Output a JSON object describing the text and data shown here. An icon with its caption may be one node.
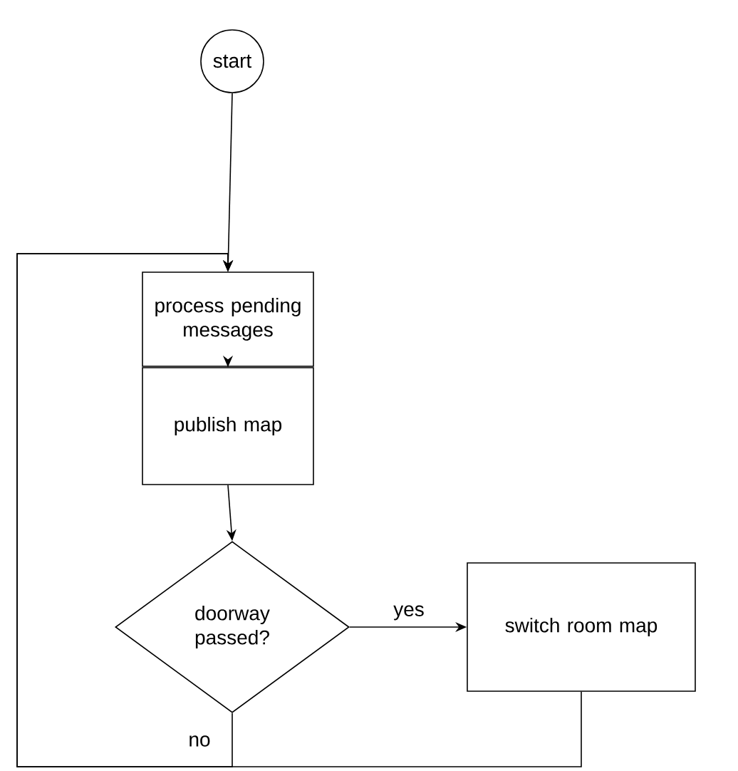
{
  "diagram": {
    "nodes": [
      {
        "text": [
          "start"
        ]
      },
      {
        "text": [
          "process pending messages"
        ]
      },
      {
        "text": [
          "publish map"
        ]
      },
      {
        "text": [
          "doorway passed?"
        ]
      },
      {
        "text": [
          "switch room map"
        ]
      }
    ],
    "edges": [
      {
        "from": 0,
        "to": 1,
        "arrow": "to"
      },
      {
        "from": 1,
        "to": 2,
        "arrow": "to"
      },
      {
        "from": 2,
        "to": 3,
        "arrow": "to"
      },
      {
        "from": 3,
        "to": 4,
        "arrow": "to",
        "label": "yes"
      },
      {
        "from": 3,
        "to": 1,
        "arrow": "to",
        "label": "no"
      },
      {
        "from": 4,
        "to": 1,
        "arrow": "to"
      }
    ]
  }
}
